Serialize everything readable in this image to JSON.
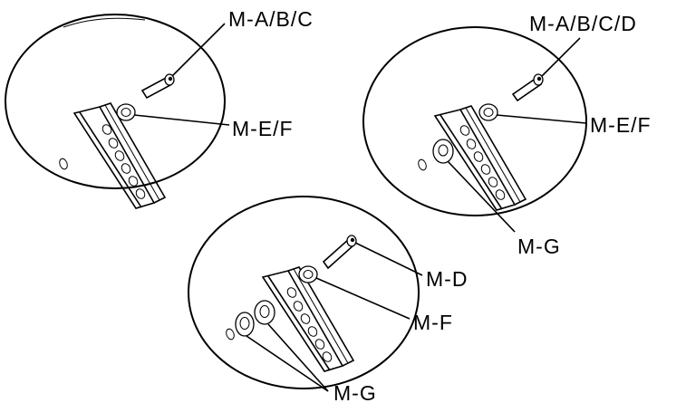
{
  "figure": {
    "detail_a": {
      "label_top": "M-A/B/C",
      "label_right": "M-E/F"
    },
    "detail_b": {
      "label_top": "M-A/B/C/D",
      "label_right": "M-E/F",
      "label_bottom": "M-G"
    },
    "detail_c": {
      "label_bolt": "M-D",
      "label_washer": "M-F",
      "label_spacer": "M-G"
    }
  }
}
